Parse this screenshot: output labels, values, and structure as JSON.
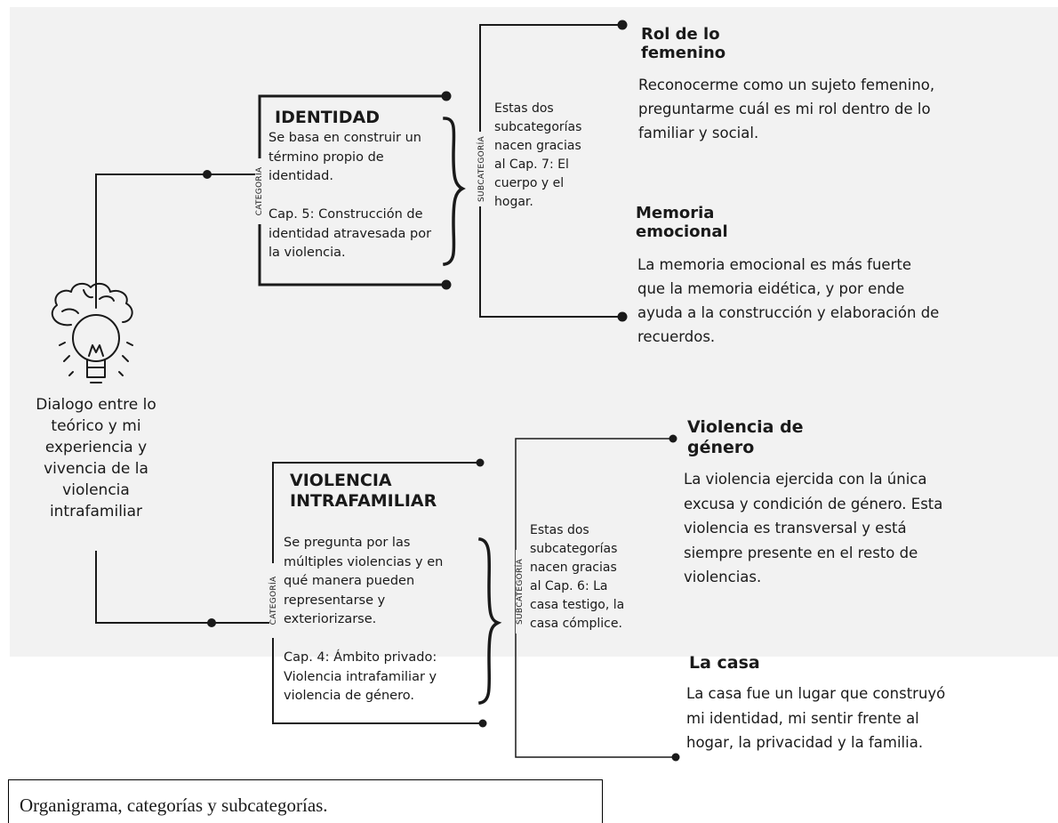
{
  "central": {
    "icon": "brain-lightbulb-icon",
    "label": "Dialogo entre lo\nteórico y  mi\nexperiencia y\nvivencia de la\nviolencia\nintrafamiliar"
  },
  "categories": [
    {
      "vertical_label": "CATEGORÍA",
      "title": "IDENTIDAD",
      "body": "Se basa en construir un\ntérmino propio de\nidentidad.\n\nCap. 5: Construcción de\nidentidad atravesada por\nla violencia.",
      "subcategory_label": "SUBCATEGORÍA",
      "subcategory_note": "Estas dos\nsubcategorías\nnacen gracias\nal Cap. 7:  El\ncuerpo y el\nhogar.",
      "subcategories": [
        {
          "title": "Rol de lo\nfemenino",
          "description": "Reconocerme como un sujeto femenino,\npreguntarme cuál es mi rol dentro de lo\nfamiliar y social."
        },
        {
          "title": "Memoria\nemocional",
          "description": "La memoria emocional es más fuerte\nque la memoria eidética, y por ende\nayuda a la construcción y elaboración de\nrecuerdos."
        }
      ]
    },
    {
      "vertical_label": "CATEGORÍA",
      "title": "VIOLENCIA\nINTRAFAMILIAR",
      "body": "Se pregunta por las\nmúltiples violencias y en\nqué manera pueden\nrepresentarse y\nexteriorizarse.\n\nCap. 4: Ámbito privado:\nViolencia intrafamiliar y\nviolencia de género.",
      "subcategory_label": "SUBCATEGORÍA",
      "subcategory_note": "Estas dos\nsubcategorías\nnacen gracias\nal Cap. 6: La\ncasa testigo, la\ncasa cómplice.",
      "subcategories": [
        {
          "title": "Violencia de\ngénero",
          "description": "La violencia ejercida con la única\nexcusa y condición de género. Esta\nviolencia es transversal y está\nsiempre presente en el resto de\nviolencias."
        },
        {
          "title": "La casa",
          "description": "La casa fue un lugar que construyó\nmi identidad, mi sentir frente al\nhogar, la privacidad y la familia."
        }
      ]
    }
  ],
  "caption": "Organigrama, categorías y subcategorías.",
  "colors": {
    "panel": "#f2f2f2",
    "ink": "#1a1a1a",
    "page": "#ffffff"
  }
}
